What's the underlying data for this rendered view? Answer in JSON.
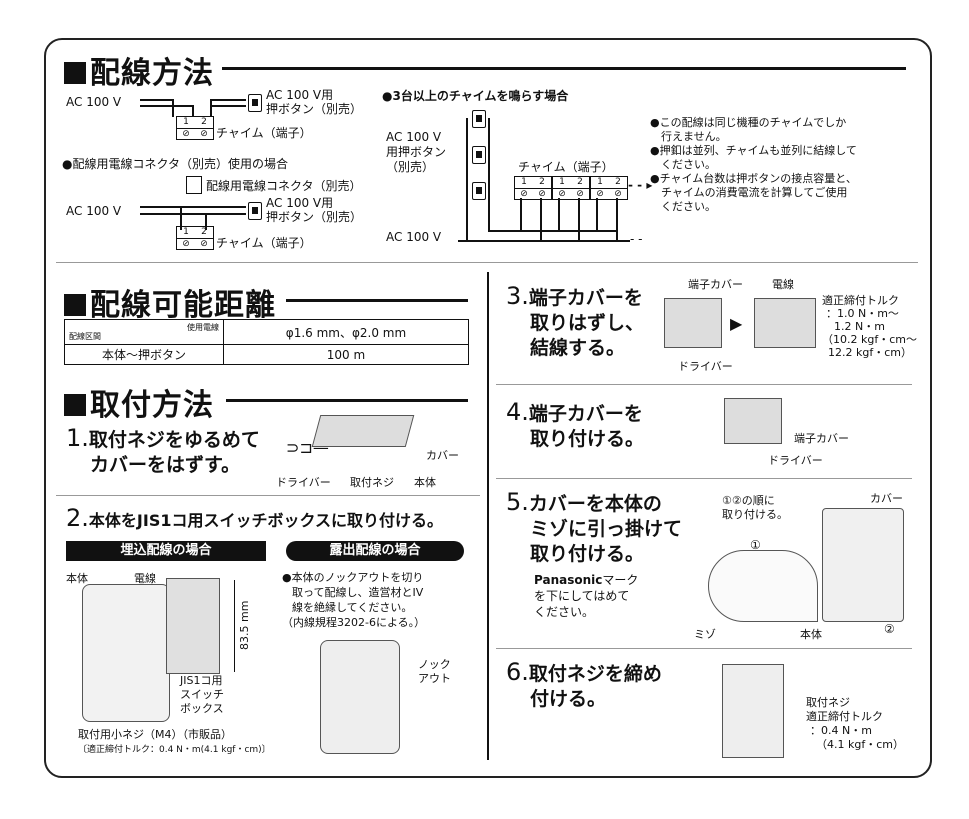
{
  "wiring": {
    "title": "配線方法",
    "ac100v": "AC 100 V",
    "push_button": [
      "AC 100 V用",
      "押ボタン（別売）"
    ],
    "terminal_12": [
      "1",
      "2"
    ],
    "chime_terminal": "チャイム（端子）",
    "connector_case": "●配線用電線コネクタ（別売）使用の場合",
    "connector_label": "配線用電線コネクタ（別売）",
    "three_chimes_title": "●3台以上のチャイムを鳴らす場合",
    "push_button_short": [
      "AC 100 V",
      "用押ボタン",
      "（別売）"
    ],
    "notes": [
      "●この配線は同じ機種のチャイムでしか",
      "行えません。",
      "●押釦は並列、チャイムも並列に結線して",
      "ください。",
      "●チャイム台数は押ボタンの接点容量と、",
      "チャイムの消費電流を計算してご使用",
      "ください。"
    ]
  },
  "distance": {
    "title": "配線可能距離",
    "header_left_top": "使用電線",
    "header_left_bottom": "配線区間",
    "header_right": "φ1.6 mm、φ2.0 mm",
    "row_left": "本体〜押ボタン",
    "row_right": "100 m"
  },
  "mounting": {
    "title": "取付方法",
    "step1_num": "1.",
    "step1": [
      "取付ネジをゆるめて",
      "カバーをはずす。"
    ],
    "step1_labels": {
      "driver": "ドライバー",
      "screw": "取付ネジ",
      "body": "本体",
      "cover": "カバー"
    },
    "step2_num": "2.",
    "step2": "本体をJIS1コ用スイッチボックスに取り付ける。",
    "embedded": "埋込配線の場合",
    "exposed": "露出配線の場合",
    "body_label": "本体",
    "wire_label": "電線",
    "dim": "83.5 mm",
    "jis_box": [
      "JIS1コ用",
      "スイッチ",
      "ボックス"
    ],
    "small_screw": "取付用小ネジ（M4）（市販品）",
    "torque_small": "〔適正締付トルク：0.4 N・m(4.1 kgf・cm)〕",
    "exposed_text": [
      "●本体のノックアウトを切り",
      "取って配線し、造営材とIV",
      "線を絶縁してください。",
      "（内線規程3202-6による。）"
    ],
    "knockout": [
      "ノック",
      "アウト"
    ]
  },
  "steps_right": {
    "step3_num": "3.",
    "step3": [
      "端子カバーを",
      "取りはずし、",
      "結線する。"
    ],
    "terminal_cover": "端子カバー",
    "wire": "電線",
    "driver": "ドライバー",
    "torque3": [
      "適正締付トルク",
      "：1.0 N・m〜",
      "1.2 N・m",
      "（10.2 kgf・cm〜",
      "12.2 kgf・cm）"
    ],
    "step4_num": "4.",
    "step4": [
      "端子カバーを",
      "取り付ける。"
    ],
    "step5_num": "5.",
    "step5": [
      "カバーを本体の",
      "ミゾに引っ掛けて",
      "取り付ける。"
    ],
    "panasonic_note": [
      "Panasonic",
      "マーク",
      "を下にしてはめて",
      "ください。"
    ],
    "order_note": [
      "①②の順に",
      "取り付ける。"
    ],
    "cover": "カバー",
    "groove": "ミゾ",
    "body": "本体",
    "circle1": "①",
    "circle2": "②",
    "step6_num": "6.",
    "step6": [
      "取付ネジを締め",
      "付ける。"
    ],
    "screw": "取付ネジ",
    "torque6": [
      "適正締付トルク",
      "：0.4 N・m",
      "（4.1 kgf・cm）"
    ]
  }
}
